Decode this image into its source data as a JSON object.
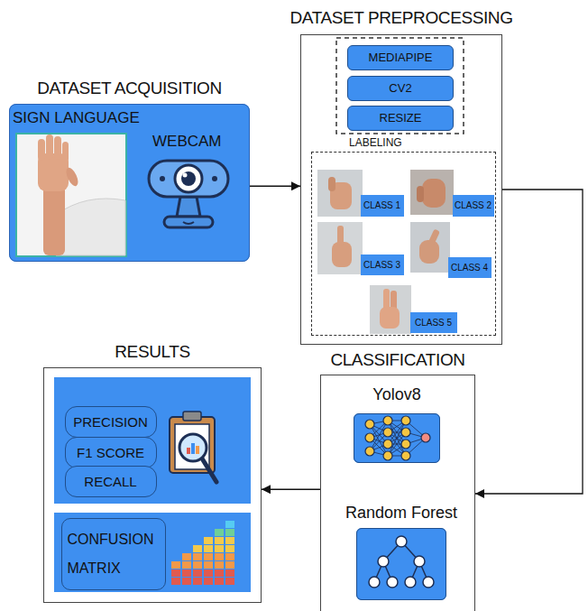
{
  "diagram": {
    "nodes": [
      {
        "text": [
          "DATASET ACQUISITION",
          "SIGN LANGUAGE",
          "WEBCAM"
        ]
      },
      {
        "text": [
          "DATASET PREPROCESSING"
        ]
      },
      {
        "text": [
          "MEDIAPIPE"
        ],
        "in": 1
      },
      {
        "text": [
          "CV2"
        ],
        "in": 1
      },
      {
        "text": [
          "RESIZE"
        ],
        "in": 1
      },
      {
        "text": [
          "LABELING"
        ],
        "in": 1
      },
      {
        "text": [
          "CLASS 1"
        ],
        "in": 5
      },
      {
        "text": [
          "CLASS 2"
        ],
        "in": 5
      },
      {
        "text": [
          "CLASS 3"
        ],
        "in": 5
      },
      {
        "text": [
          "CLASS 4"
        ],
        "in": 5
      },
      {
        "text": [
          "CLASS 5"
        ],
        "in": 5
      },
      {
        "text": [
          "CLASSIFICATION"
        ]
      },
      {
        "text": [
          "Yolov8"
        ],
        "in": 11
      },
      {
        "text": [
          "Random Forest"
        ],
        "in": 11
      },
      {
        "text": [
          "RESULTS"
        ]
      },
      {
        "text": [
          "PRECISION"
        ],
        "in": 14
      },
      {
        "text": [
          "F1 SCORE"
        ],
        "in": 14
      },
      {
        "text": [
          "RECALL"
        ],
        "in": 14
      },
      {
        "text": [
          "CONFUSION MATRIX"
        ],
        "in": 14
      }
    ],
    "edges": [
      {
        "from": 0,
        "to": 1,
        "arrow": "to"
      },
      {
        "from": 1,
        "to": 11,
        "arrow": "to"
      },
      {
        "from": 11,
        "to": 14,
        "arrow": "to"
      }
    ]
  }
}
